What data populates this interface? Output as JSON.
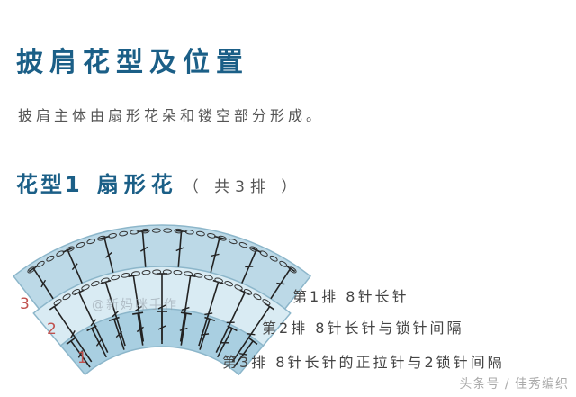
{
  "title": "披肩花型及位置",
  "intro": "披肩主体由扇形花朵和镂空部分形成。",
  "pattern": {
    "label": "花型1",
    "name": "扇形花",
    "note": "（ 共3排 ）"
  },
  "diagram": {
    "row_numbers": [
      "1",
      "2",
      "3"
    ],
    "watermark": "@新妈咪手作",
    "colors": {
      "row1": "#a9cfe1",
      "row2": "#d9ebf3",
      "row3": "#bcd9e7",
      "outline": "#8cb6ca",
      "stitch": "#222222",
      "row_number": "#c0504d"
    }
  },
  "rows": [
    "第1排  8针长针",
    "第2排  8针长针与锁针间隔",
    "第3排  8针长针的正拉针与2锁针间隔"
  ],
  "footer_watermark": "头条号 / 佳秀编织"
}
